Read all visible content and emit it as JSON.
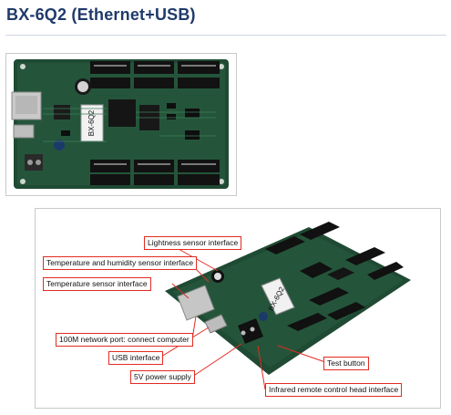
{
  "page": {
    "title": "BX-6Q2 (Ethernet+USB)"
  },
  "photo1": {
    "board_label": "BX-6Q2"
  },
  "photo2": {
    "board_label": "BX-6Q2",
    "callouts": [
      "Lightness sensor interface",
      "Temperature and humidity sensor interface",
      "Temperature sensor interface",
      "100M network port: connect computer",
      "USB interface",
      "5V power supply",
      "Test button",
      "Infrared remote control head interface"
    ]
  },
  "colors": {
    "pcb": "#1f4a33",
    "pcb_light": "#2e6a4a",
    "accent": "#e32b22",
    "title": "#1f3a6b"
  }
}
